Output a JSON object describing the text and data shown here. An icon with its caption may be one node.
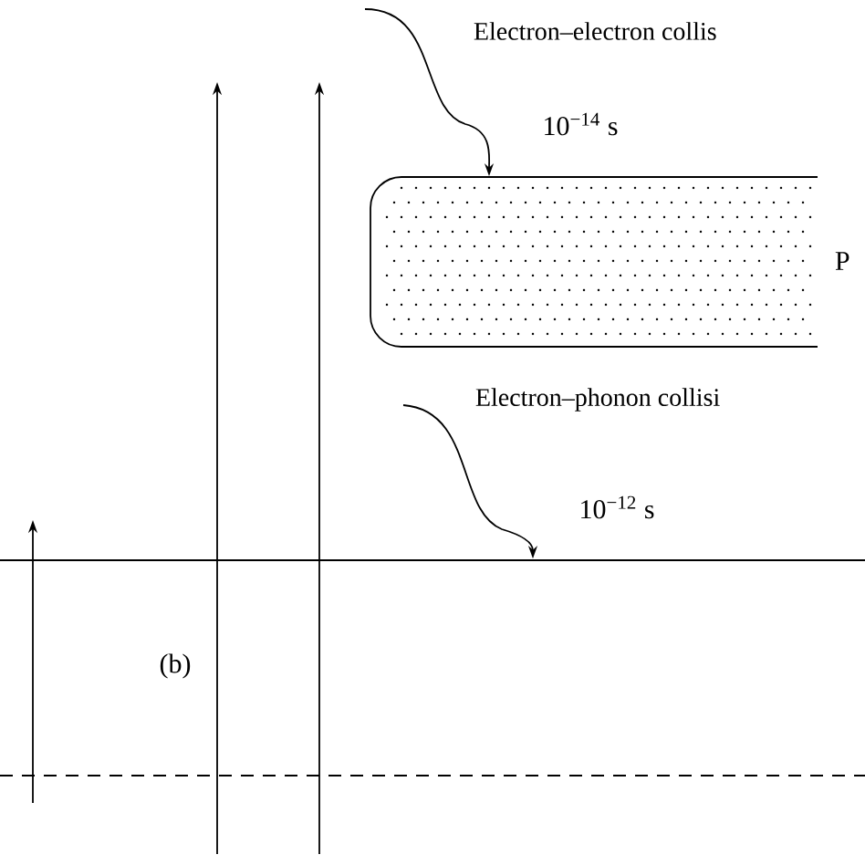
{
  "diagram": {
    "nodes": [
      {
        "text": [],
        "shape": "box"
      },
      {
        "text": [],
        "shape": "bar"
      }
    ],
    "edges": [
      {
        "from": null,
        "to": 0,
        "arrow": "to"
      },
      {
        "from": null,
        "to": 1,
        "arrow": "to"
      }
    ],
    "labels": [
      "Electron–electron collis",
      "10$^{−14}$ s",
      "P",
      "Electron–phonon collisi",
      "10$^{−12}$ s",
      "(b)"
    ]
  }
}
